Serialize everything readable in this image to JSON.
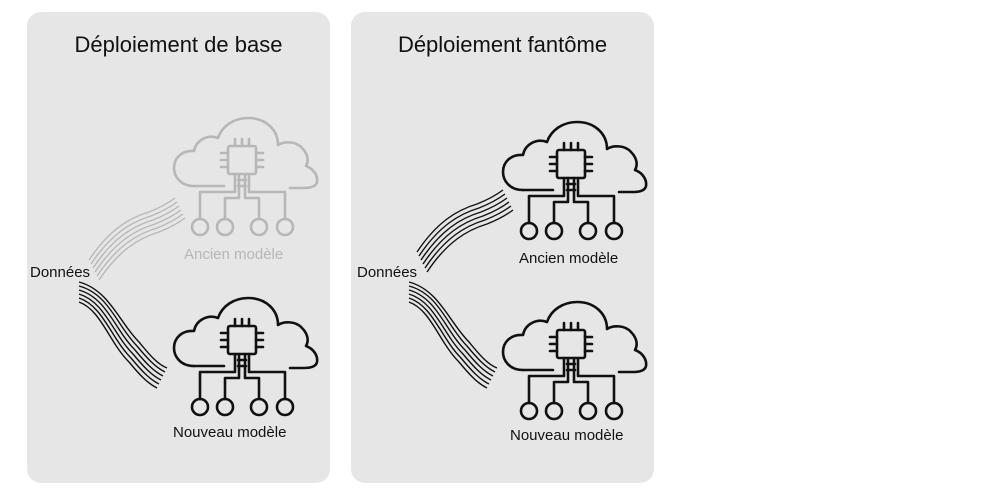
{
  "panels": {
    "standard": {
      "title": "Déploiement de base",
      "data_label": "Données",
      "old_model_label": "Ancien modèle",
      "new_model_label": "Nouveau modèle",
      "old_model_faded": true
    },
    "shadow": {
      "title": "Déploiement fantôme",
      "data_label": "Données",
      "old_model_label": "Ancien modèle",
      "new_model_label": "Nouveau modèle",
      "old_model_faded": false
    }
  },
  "icons": {
    "model": "cloud-chip-icon",
    "data_flow": "wavy-lines-icon"
  },
  "colors": {
    "panel_bg": "#e6e6e6",
    "active": "#111111",
    "inactive": "#b7b7b7"
  }
}
